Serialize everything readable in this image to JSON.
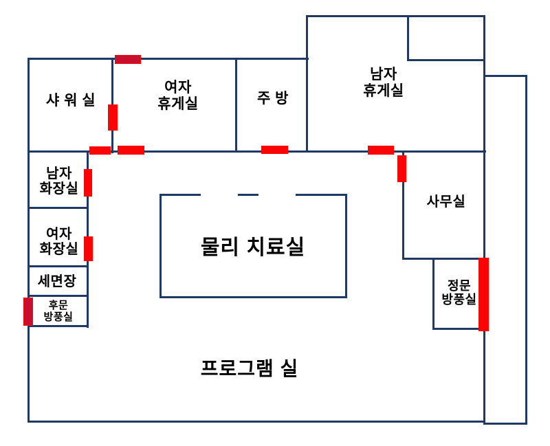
{
  "diagram_type": "floor-plan",
  "colors": {
    "wall": "#1F3864",
    "door_red": "#FA0505",
    "door_crimson": "#C8102E",
    "text": "#000000",
    "background": "#FFFFFF"
  },
  "rooms": {
    "shower": {
      "label": "샤 워 실"
    },
    "women_lounge": {
      "label": "여자\n휴게실"
    },
    "kitchen": {
      "label": "주 방"
    },
    "men_lounge": {
      "label": "남자\n휴게실"
    },
    "men_toilet": {
      "label": "남자\n화장실"
    },
    "women_toilet": {
      "label": "여자\n화장실"
    },
    "washroom": {
      "label": "세면장"
    },
    "back_vestibule": {
      "label": "후문\n방풍실"
    },
    "physical_therapy": {
      "label": "물리 치료실"
    },
    "office": {
      "label": "사무실"
    },
    "front_vestibule": {
      "label": "정문\n방풍실"
    },
    "program_room": {
      "label": "프로그램 실"
    }
  },
  "doors": [
    {
      "name": "door-women-lounge-top",
      "color": "crimson"
    },
    {
      "name": "door-shower-room",
      "color": "red"
    },
    {
      "name": "door-men-toilet-hall",
      "color": "red"
    },
    {
      "name": "door-women-lounge-bottom",
      "color": "red"
    },
    {
      "name": "door-kitchen-bottom",
      "color": "red"
    },
    {
      "name": "door-men-lounge-bottom",
      "color": "red"
    },
    {
      "name": "door-office-west",
      "color": "red"
    },
    {
      "name": "door-men-toilet",
      "color": "red"
    },
    {
      "name": "door-women-toilet",
      "color": "red"
    },
    {
      "name": "door-back-vestibule",
      "color": "crimson"
    },
    {
      "name": "door-front-vestibule",
      "color": "red"
    }
  ]
}
